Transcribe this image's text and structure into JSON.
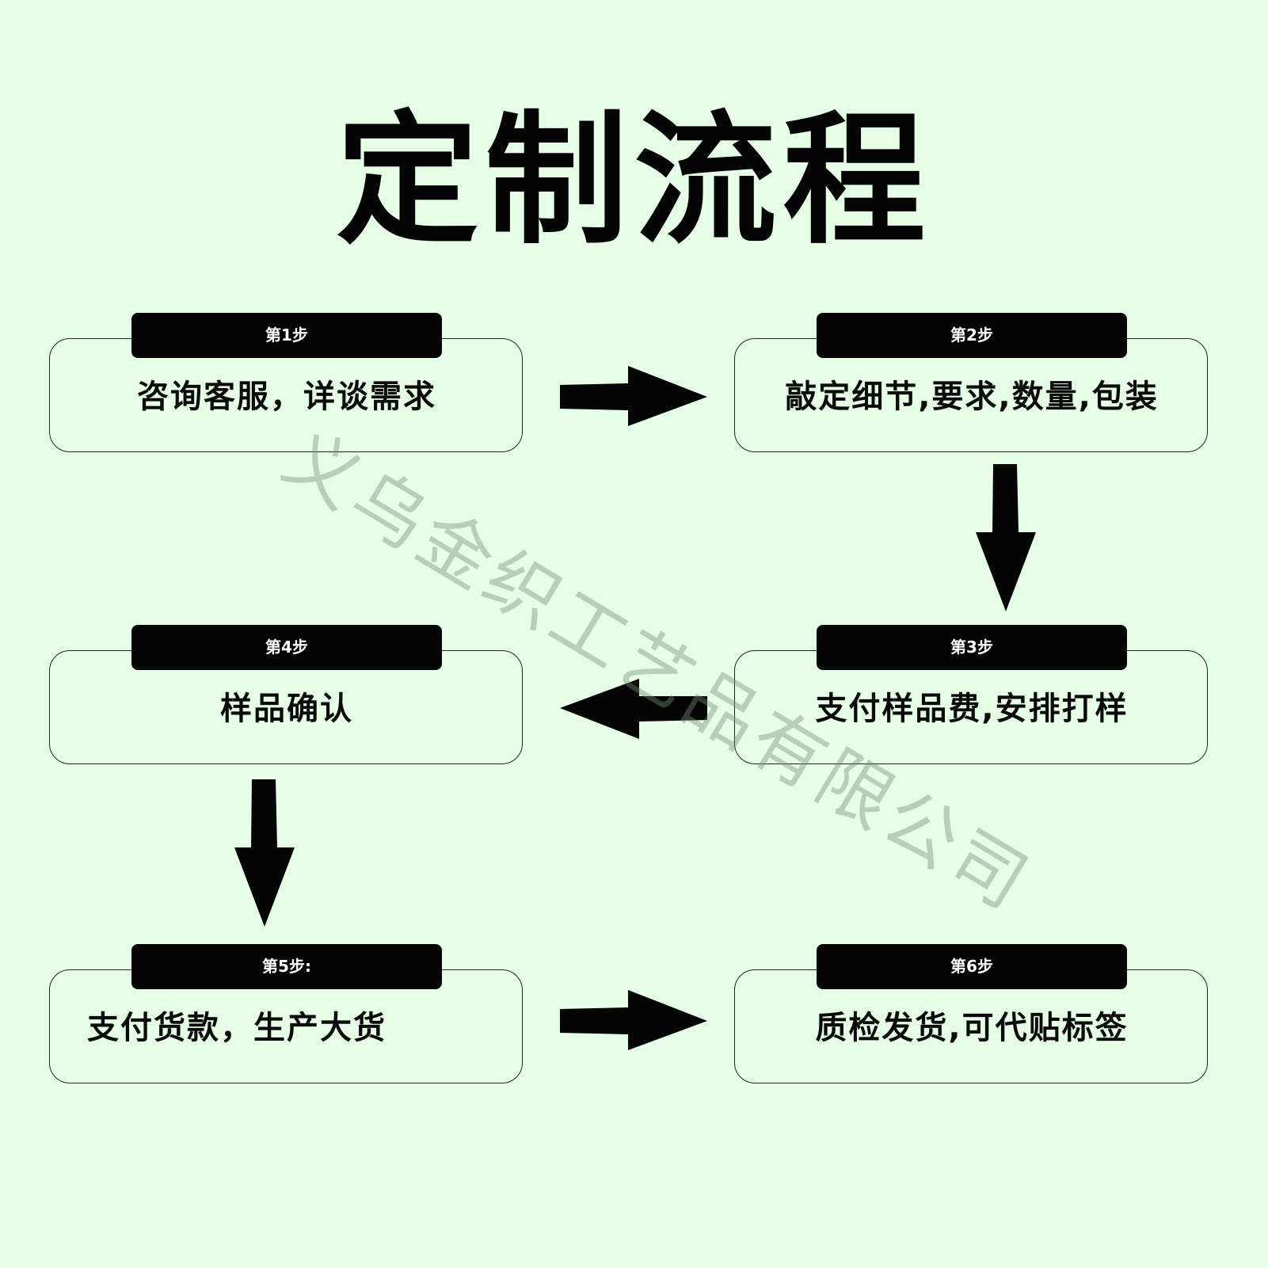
{
  "title": "定制流程",
  "watermark": "义乌金织工艺品有限公司",
  "steps": [
    {
      "tag": "第1步",
      "text": "咨询客服，详谈需求"
    },
    {
      "tag": "第2步",
      "text": "敲定细节,要求,数量,包装"
    },
    {
      "tag": "第3步",
      "text": "支付样品费,安排打样"
    },
    {
      "tag": "第4步",
      "text": "样品确认"
    },
    {
      "tag": "第5步:",
      "text": "支付货款，生产大货"
    },
    {
      "tag": "第6步",
      "text": "质检发货,可代贴标签"
    }
  ],
  "arrows": [
    {
      "from": "第1步",
      "to": "第2步",
      "direction": "right"
    },
    {
      "from": "第2步",
      "to": "第3步",
      "direction": "down"
    },
    {
      "from": "第3步",
      "to": "第4步",
      "direction": "left"
    },
    {
      "from": "第4步",
      "to": "第5步:",
      "direction": "down"
    },
    {
      "from": "第5步:",
      "to": "第6步",
      "direction": "right"
    }
  ],
  "colors": {
    "background": "#e6fde6",
    "text": "#050505",
    "tag_background": "#050505",
    "tag_text": "#ffffff",
    "box_border": "#222222",
    "watermark": "rgba(120,140,120,0.42)"
  }
}
